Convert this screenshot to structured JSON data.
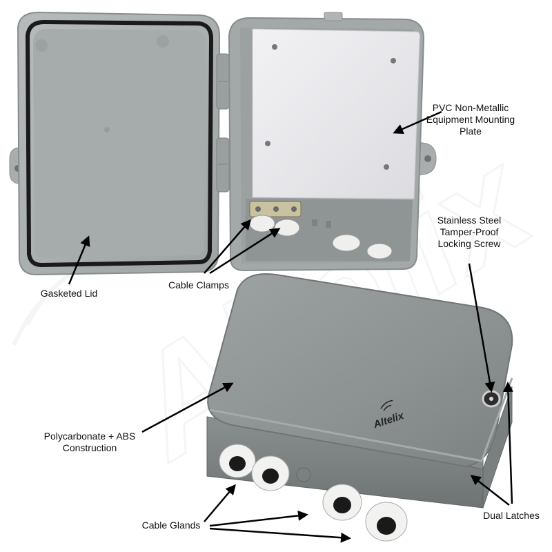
{
  "labels": {
    "gasketed_lid": "Gasketed Lid",
    "cable_clamps": "Cable Clamps",
    "pvc_plate": [
      "PVC Non-Metallic",
      "Equipment Mounting",
      "Plate"
    ],
    "locking_screw": [
      "Stainless Steel",
      "Tamper-Proof",
      "Locking Screw"
    ],
    "construction": [
      "Polycarbonate + ABS",
      "Construction"
    ],
    "cable_glands": "Cable Glands",
    "dual_latches": "Dual Latches"
  },
  "brand": {
    "logo_text": "Altelix",
    "watermark_text": "Altelix"
  },
  "colors": {
    "enclosure_gray": "#8f9494",
    "enclosure_light": "#b4b8b8",
    "enclosure_dark": "#6f7474",
    "plate_white": "#ececef",
    "gasket_black": "#1a1a1a",
    "gland_white": "#f2f2f0",
    "arrow_black": "#000000",
    "label_text": "#111111"
  },
  "icons": [
    "arrow-icon",
    "altelix-logo-icon",
    "watermark-icon"
  ]
}
